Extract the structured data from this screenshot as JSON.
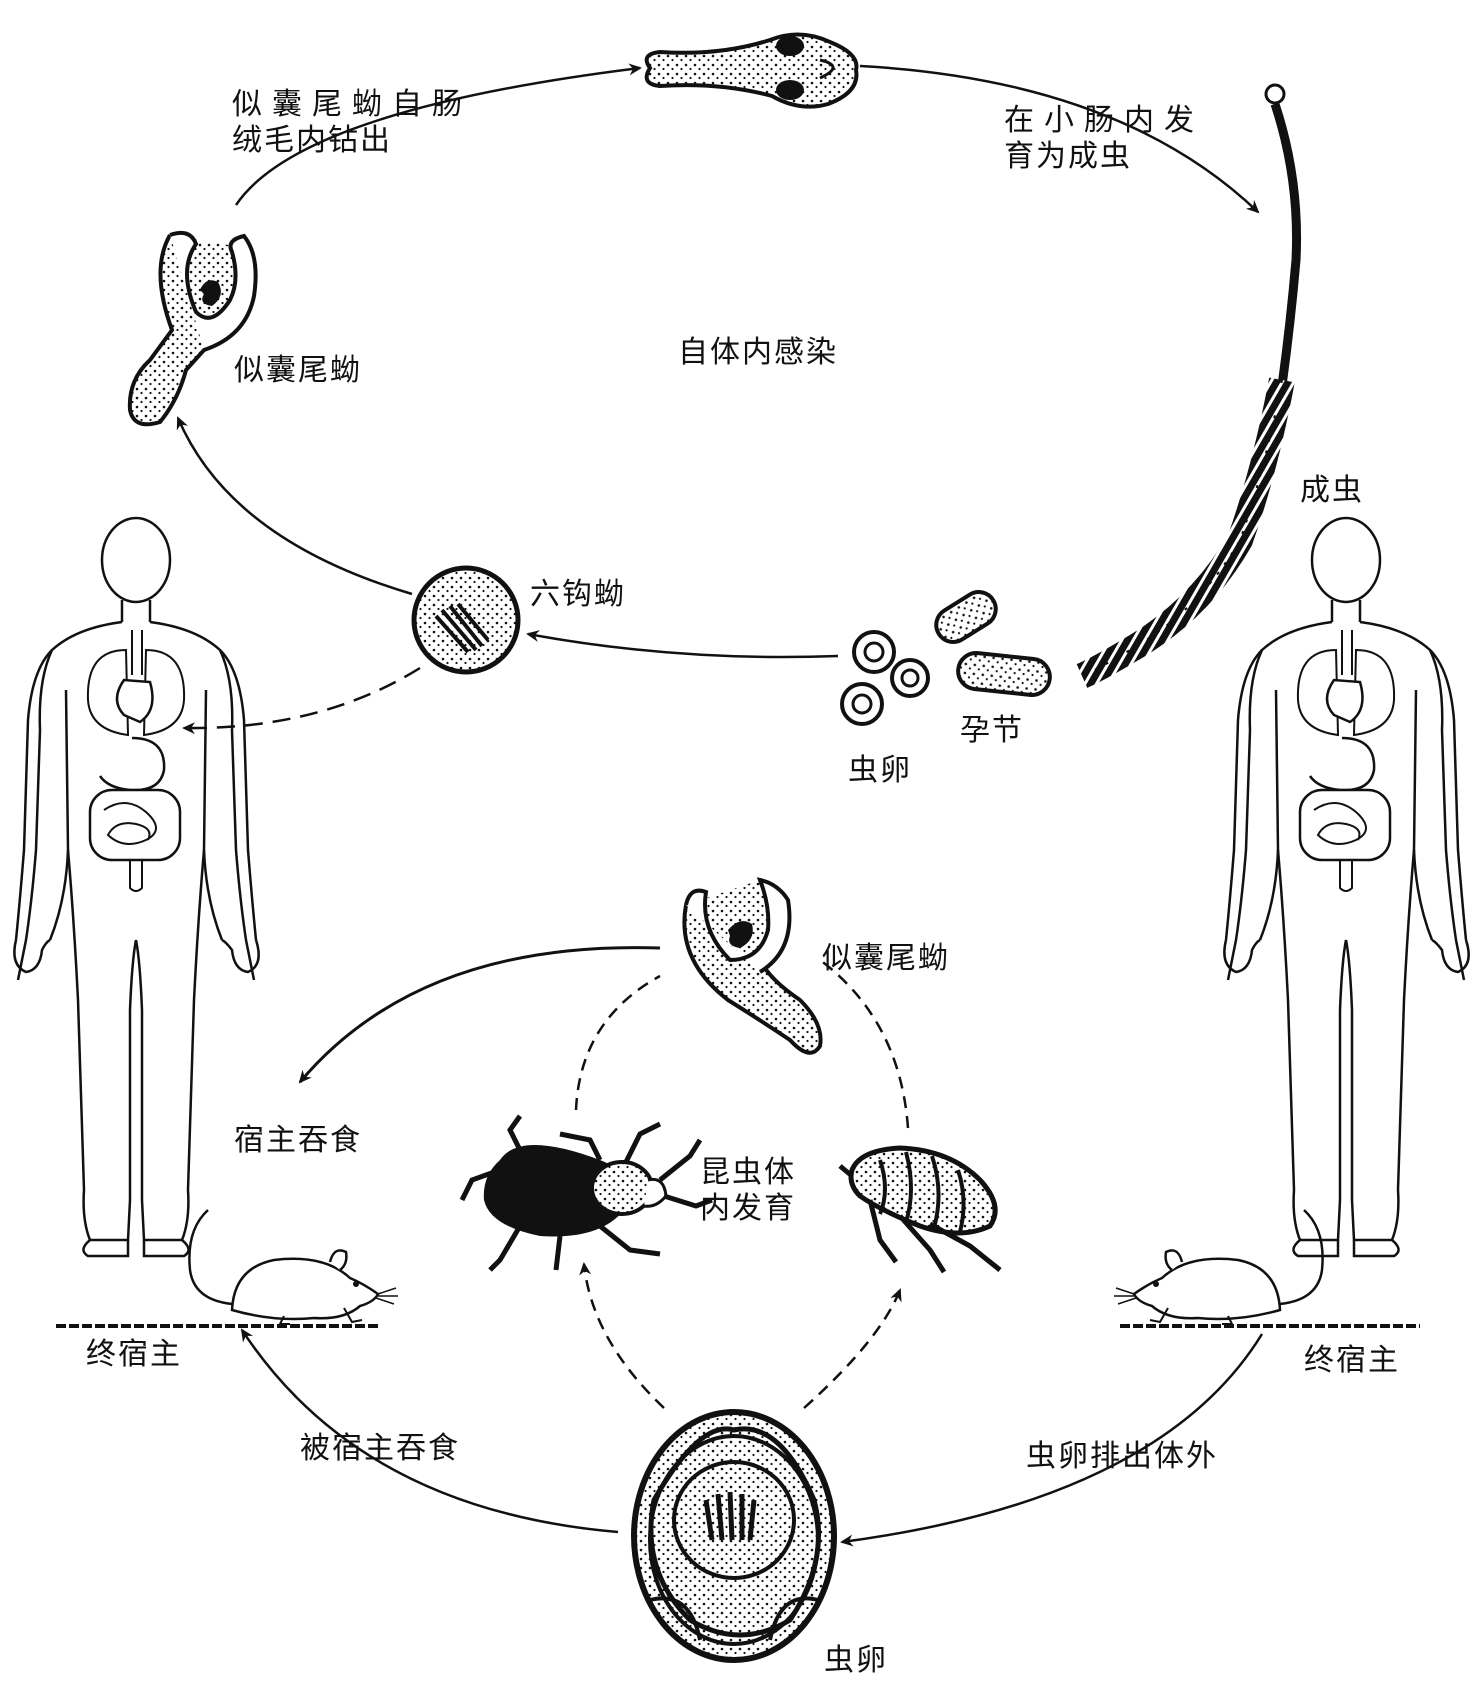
{
  "labels": {
    "cysticercoid_exit_line1": "似囊尾蚴自肠",
    "cysticercoid_exit_line2": "绒毛内钻出",
    "develop_line1": "在小肠内发",
    "develop_line2": "育为成虫",
    "cysticercoid_top": "似囊尾蚴",
    "autoinfection": "自体内感染",
    "adult": "成虫",
    "oncosphere": "六钩蚴",
    "gravid_segment": "孕节",
    "egg_top": "虫卵",
    "cysticercoid_bottom": "似囊尾蚴",
    "host_ingest": "宿主吞食",
    "insect_line1": "昆虫体",
    "insect_line2": "内发育",
    "final_host_left": "终宿主",
    "final_host_right": "终宿主",
    "ingested_by_host": "被宿主吞食",
    "eggs_expelled": "虫卵排出体外",
    "egg_bottom": "虫卵"
  },
  "colors": {
    "ink": "#111111",
    "background": "#ffffff"
  }
}
